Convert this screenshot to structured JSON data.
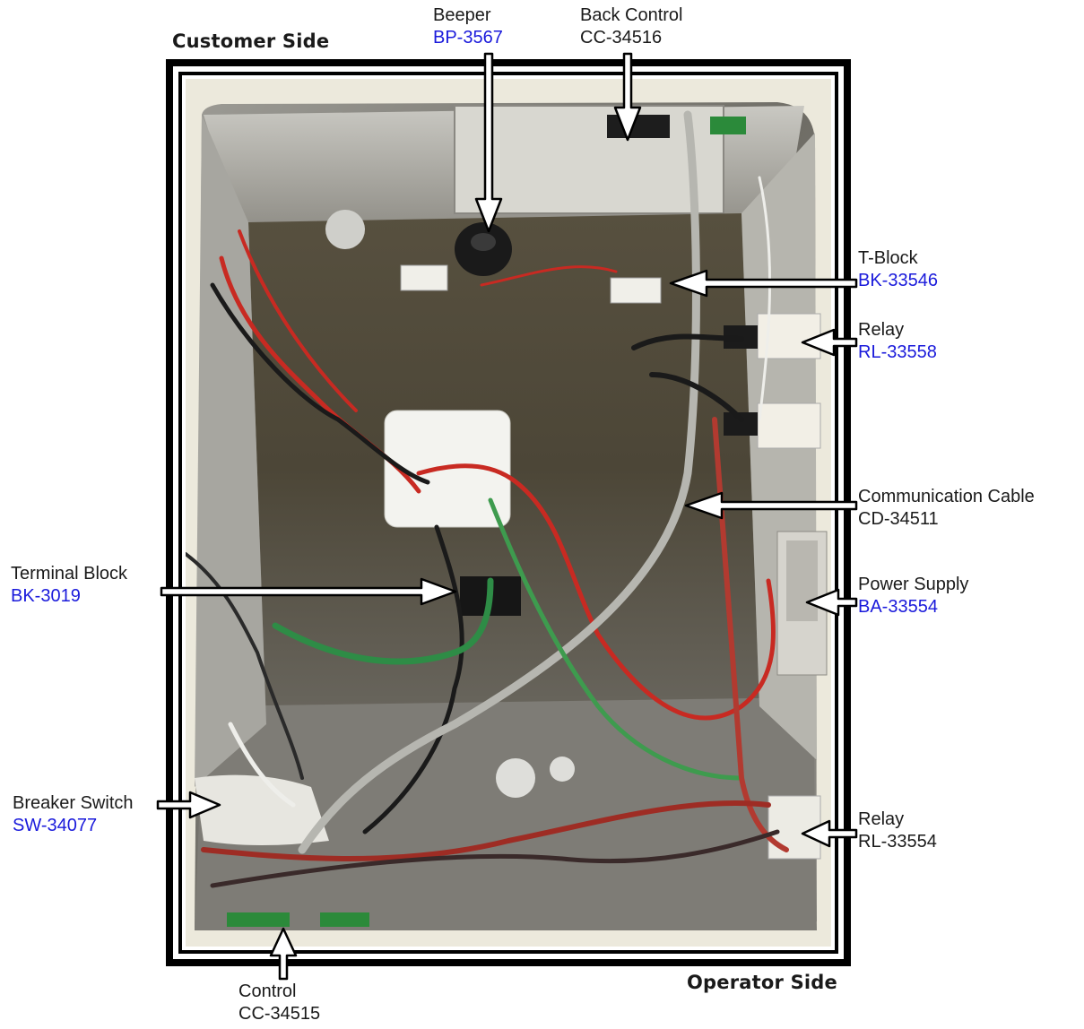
{
  "header": {
    "customer_side": "Customer Side"
  },
  "footer": {
    "operator_side": "Operator Side"
  },
  "callouts": {
    "beeper": {
      "name": "Beeper",
      "part": "BP-3567"
    },
    "back_control": {
      "name": "Back Control",
      "part": "CC-34516"
    },
    "t_block": {
      "name": "T-Block",
      "part": "BK-33546"
    },
    "relay_top": {
      "name": "Relay",
      "part": "RL-33558"
    },
    "communication_cable": {
      "name": "Communication Cable",
      "part": "CD-34511"
    },
    "terminal_block": {
      "name": "Terminal Block",
      "part": "BK-3019"
    },
    "power_supply": {
      "name": "Power Supply",
      "part": "BA-33554"
    },
    "breaker_switch": {
      "name": "Breaker Switch",
      "part": "SW-34077"
    },
    "relay_bottom": {
      "name": "Relay",
      "part": "RL-33554"
    },
    "control": {
      "name": "Control",
      "part": "CC-34515"
    }
  },
  "colors": {
    "part_number_blue": "#1a1adb",
    "text": "#1a1a1a",
    "arrow_fill": "#ffffff",
    "arrow_outline": "#000000"
  }
}
